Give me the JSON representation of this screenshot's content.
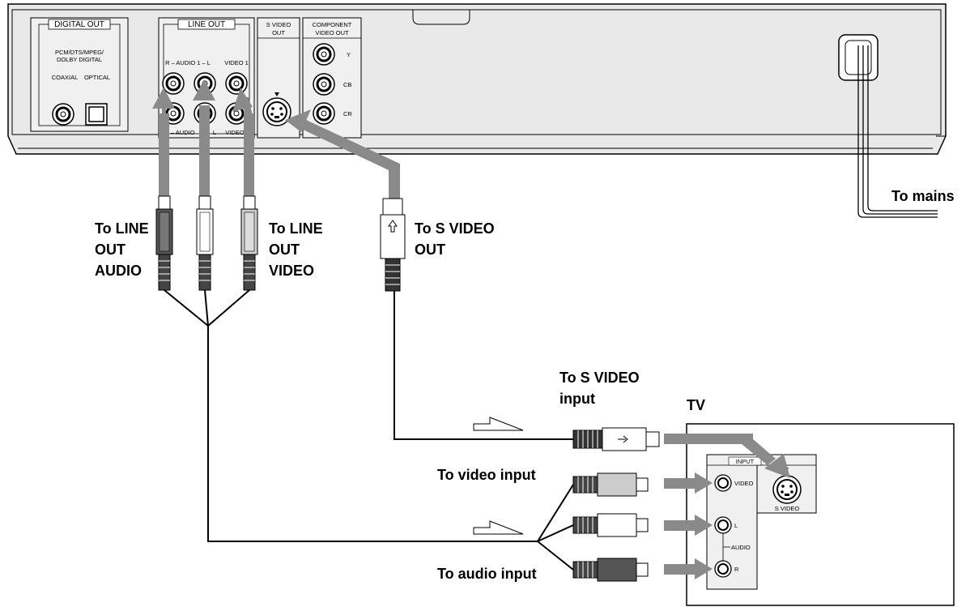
{
  "player": {
    "digital_out": {
      "title": "DIGITAL OUT",
      "formats_line1": "PCM/DTS/MPEG/",
      "formats_line2": "DOLBY DIGITAL",
      "coaxial": "COAXIAL",
      "optical": "OPTICAL"
    },
    "line_out": {
      "title": "LINE OUT",
      "row1_audio": "R – AUDIO 1 – L",
      "row1_video": "VIDEO 1",
      "row2_audio": "R – AUDIO",
      "row2_l": "L",
      "row2_video": "VIDEO"
    },
    "s_video_out": {
      "title_line1": "S VIDEO",
      "title_line2": "OUT"
    },
    "component": {
      "title_line1": "COMPONENT",
      "title_line2": "VIDEO OUT",
      "y": "Y",
      "cb": "CB",
      "cr": "CR"
    }
  },
  "labels": {
    "to_line_out_audio": [
      "To LINE",
      "OUT",
      "AUDIO"
    ],
    "to_line_out_video": [
      "To LINE",
      "OUT",
      "VIDEO"
    ],
    "to_s_video_out": [
      "To S VIDEO",
      "OUT"
    ],
    "to_mains": "To mains",
    "to_s_video_input": [
      "To S VIDEO",
      "input"
    ],
    "tv": "TV",
    "to_video_input": "To video input",
    "to_audio_input": "To audio input"
  },
  "tv_panel": {
    "input": "INPUT",
    "video": "VIDEO",
    "l": "L",
    "audio": "AUDIO",
    "r": "R",
    "s_video": "S VIDEO"
  },
  "colors": {
    "arrow": "#8a8a8a",
    "panel": "#e9e9e9",
    "outline": "#000000",
    "plug_dark": "#555555",
    "plug_light": "#dddddd"
  }
}
